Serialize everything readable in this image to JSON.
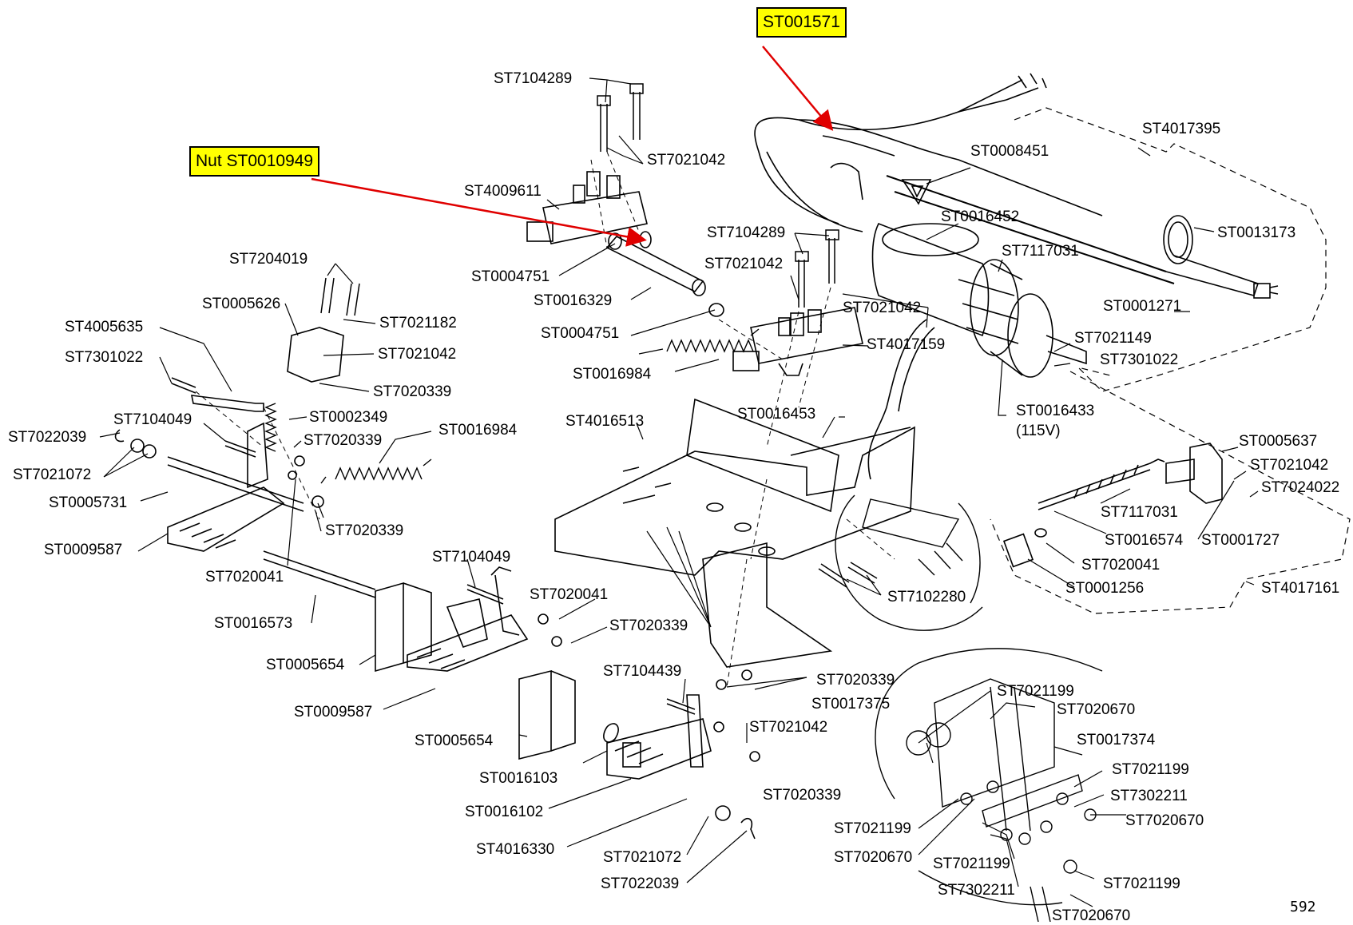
{
  "callouts": {
    "top": "ST001571",
    "nut": "Nut ST0010949"
  },
  "page_number": "592",
  "labels": {
    "l01": "ST7104289",
    "l02": "ST7021042",
    "l03": "ST4009611",
    "l04": "ST0004751",
    "l05": "ST0016329",
    "l06": "ST0004751",
    "l07": "ST0016984",
    "l08": "ST7104289",
    "l09": "ST7021042",
    "l10": "ST7021042",
    "l11": "ST4017159",
    "l12": "ST0008451",
    "l13": "ST0016452",
    "l14": "ST4017395",
    "l15": "ST0013173",
    "l16": "ST7117031",
    "l17": "ST0001271",
    "l18": "ST7021149",
    "l19": "ST7301022",
    "l20": "ST0016433",
    "l21": "(115V)",
    "l22": "ST7204019",
    "l23": "ST0005626",
    "l24": "ST7021182",
    "l25": "ST4005635",
    "l26": "ST7021042",
    "l27": "ST7301022",
    "l28": "ST7020339",
    "l29": "ST0002349",
    "l30": "ST7104049",
    "l31": "ST7020339",
    "l32": "ST0016984",
    "l33": "ST7022039",
    "l34": "ST7021072",
    "l35": "ST0005731",
    "l36": "ST0009587",
    "l37": "ST7020339",
    "l38": "ST7020041",
    "l39": "ST4016513",
    "l40": "ST0016453",
    "l41": "ST0005637",
    "l42": "ST7021042",
    "l43": "ST7024022",
    "l44": "ST7117031",
    "l45": "ST0016574",
    "l46": "ST0001727",
    "l47": "ST7020041",
    "l48": "ST0001256",
    "l49": "ST4017161",
    "l50": "ST7102280",
    "l51": "ST7104049",
    "l52": "ST0016573",
    "l53": "ST7020041",
    "l54": "ST7020339",
    "l55": "ST0005654",
    "l56": "ST0009587",
    "l57": "ST7104439",
    "l58": "ST7020339",
    "l59": "ST0017375",
    "l60": "ST7021042",
    "l61": "ST0005654",
    "l62": "ST0016103",
    "l63": "ST7020339",
    "l64": "ST0016102",
    "l65": "ST4016330",
    "l66": "ST7021072",
    "l67": "ST7022039",
    "l68": "ST7021199",
    "l69": "ST7020670",
    "l70": "ST0017374",
    "l71": "ST7021199",
    "l72": "ST7302211",
    "l73": "ST7020670",
    "l74": "ST7021199",
    "l75": "ST7020670",
    "l76": "ST7021199",
    "l77": "ST7021199",
    "l78": "ST7302211",
    "l79": "ST7020670"
  },
  "colors": {
    "callout_fill": "#ffff00",
    "arrow": "#e00000",
    "line": "#000000"
  }
}
